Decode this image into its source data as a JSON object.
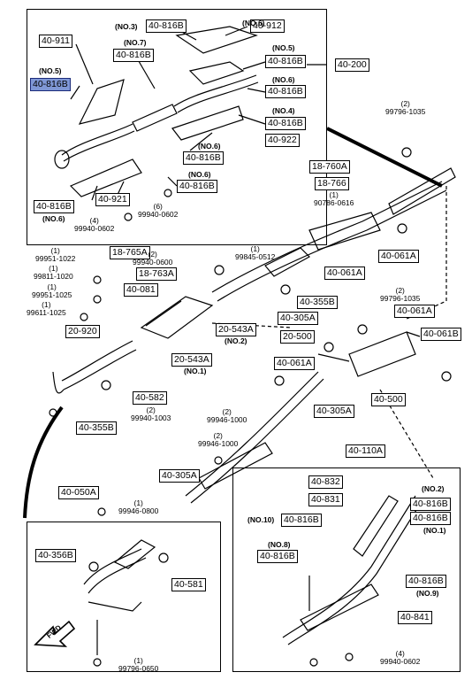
{
  "part_labels": {
    "p40_200": "40-200",
    "p40_911": "40-911",
    "p40_816b_no7": "40-816B",
    "p40_816b_top": "40-816B",
    "p40_912": "40-912",
    "p40_816b_no5": "40-816B",
    "p40_816b_hl": "40-816B",
    "p40_816b_no6a": "40-816B",
    "p40_816b_no4": "40-816B",
    "p40_922": "40-922",
    "p40_816b_no6b": "40-816B",
    "p40_816b_no6c": "40-816B",
    "p40_816b_left": "40-816B",
    "p40_921": "40-921",
    "p18_760a": "18-760A",
    "p18_766": "18-766",
    "p18_765a": "18-765A",
    "p18_763a": "18-763A",
    "p40_061a_a": "40-061A",
    "p40_061a_b": "40-061A",
    "p40_081": "40-081",
    "p40_355b_a": "40-355B",
    "p40_305a_a": "40-305A",
    "p40_061a_c": "40-061A",
    "p40_061b": "40-061B",
    "p20_920": "20-920",
    "p20_543a_no2": "20-543A",
    "p20_500": "20-500",
    "p20_543a_no1": "20-543A",
    "p40_061a_d": "40-061A",
    "p40_582": "40-582",
    "p40_305a_b": "40-305A",
    "p40_500": "40-500",
    "p40_355b_b": "40-355B",
    "p40_110a": "40-110A",
    "p40_305a_c": "40-305A",
    "p40_050a": "40-050A",
    "p40_832": "40-832",
    "p40_831": "40-831",
    "p40_816b_no2": "40-816B",
    "p40_816b_no10": "40-816B",
    "p40_816b_no1": "40-816B",
    "p40_356b": "40-356B",
    "p40_816b_no8": "40-816B",
    "p40_581": "40-581",
    "p40_816b_no9": "40-816B",
    "p40_841": "40-841"
  },
  "notes": {
    "no3": "(NO.3)",
    "no7": "(NO.7)",
    "no5a": "(NO.5)",
    "no5b": "(NO.5)",
    "no6a": "(NO.6)",
    "no4": "(NO.4)",
    "no6b": "(NO.6)",
    "no6c": "(NO.6)",
    "no6d": "(NO.6)",
    "no6e": "(NO.6)",
    "no2a": "(NO.2)",
    "no1a": "(NO.1)",
    "no2b": "(NO.2)",
    "no10": "(NO.10)",
    "no1b": "(NO.1)",
    "no8": "(NO.8)",
    "no9": "(NO.9)"
  },
  "fasteners": {
    "f99796_1035_top": {
      "qty": "(2)",
      "code": "99796-1035"
    },
    "f90786_0616": {
      "qty": "(1)",
      "code": "90786-0616"
    },
    "f99940_0602_a": {
      "qty": "(6)",
      "code": "99940-0602"
    },
    "f99940_0602_b": {
      "qty": "(4)",
      "code": "99940-0602"
    },
    "f99845_0512": {
      "qty": "(1)",
      "code": "99845-0512"
    },
    "f99940_0600": {
      "qty": "(2)",
      "code": "99940-0600"
    },
    "f99951_1022": {
      "qty": "(1)",
      "code": "99951-1022"
    },
    "f99811_1020": {
      "qty": "(1)",
      "code": "99811-1020"
    },
    "f99951_1025": {
      "qty": "(1)",
      "code": "99951-1025"
    },
    "f99611_1025": {
      "qty": "(1)",
      "code": "99611-1025"
    },
    "f99796_1035_mid": {
      "qty": "(2)",
      "code": "99796-1035"
    },
    "f99940_1003": {
      "qty": "(2)",
      "code": "99940-1003"
    },
    "f99946_1000_a": {
      "qty": "(2)",
      "code": "99946-1000"
    },
    "f99946_1000_b": {
      "qty": "(2)",
      "code": "99946-1000"
    },
    "f99946_0800": {
      "qty": "(1)",
      "code": "99946-0800"
    },
    "f99940_0602_c": {
      "qty": "(4)",
      "code": "99940-0602"
    },
    "f99796_0650": {
      "qty": "(1)",
      "code": "99796-0650"
    }
  },
  "direction_arrow": "FWD",
  "highlight_color": "#7f97d6"
}
